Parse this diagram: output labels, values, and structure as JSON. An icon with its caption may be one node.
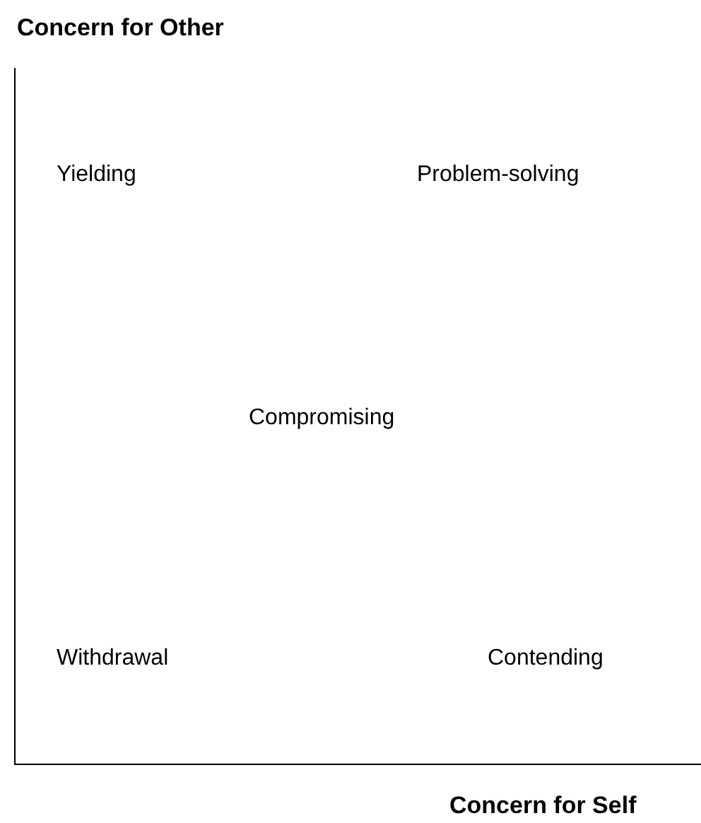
{
  "diagram": {
    "labels": [
      "Concern for Other",
      "Yielding",
      "Problem-solving",
      "Compromising",
      "Withdrawal",
      "Contending",
      "Concern for Self"
    ]
  }
}
